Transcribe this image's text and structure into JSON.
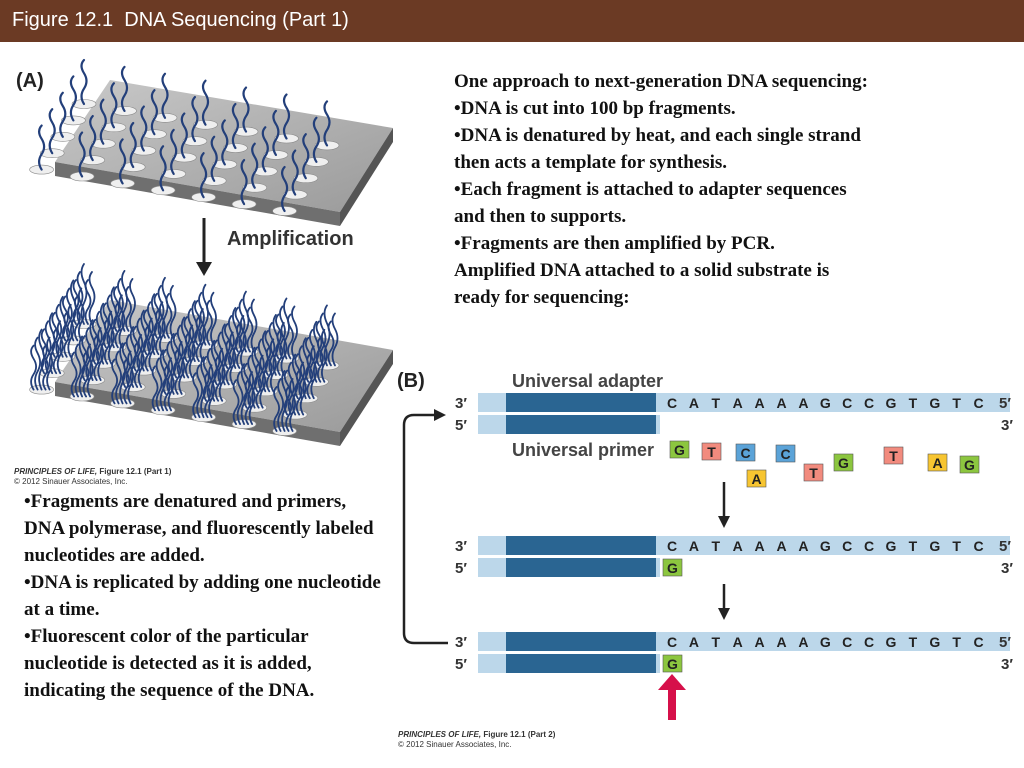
{
  "title": "Figure 12.1  DNA Sequencing (Part 1)",
  "panel_a": {
    "label": "(A)",
    "step_label": "Amplification",
    "credit_line1_italic": "PRINCIPLES OF LIFE,",
    "credit_line1_rest": "Figure 12.1 (Part 1)",
    "credit_line2": "© 2012 Sinauer Associates, Inc."
  },
  "panel_b": {
    "label": "(B)",
    "adapter_label": "Universal adapter",
    "primer_label": "Universal primer",
    "prime3": "3′",
    "prime5": "5′",
    "template_sequence": [
      "C",
      "A",
      "T",
      "A",
      "A",
      "A",
      "A",
      "G",
      "C",
      "C",
      "G",
      "T",
      "G",
      "T",
      "C"
    ],
    "free_nucleotides_top": [
      "G",
      "T",
      "C",
      "C",
      "G",
      "T",
      "A",
      "G"
    ],
    "free_nucleotides_bottom": [
      "A",
      "T"
    ],
    "added_nucleotide": "G",
    "credit_line1_italic": "PRINCIPLES OF LIFE,",
    "credit_line1_rest": "Figure 12.1 (Part 2)",
    "credit_line2": "© 2012 Sinauer Associates, Inc."
  },
  "text_right": [
    "One approach to next-generation DNA sequencing:",
    "•DNA is cut into 100 bp fragments.",
    "•DNA is denatured by heat, and each single strand",
    "then acts a template for synthesis.",
    "•Each fragment is attached to adapter sequences",
    "and then to supports.",
    "•Fragments are then amplified by PCR.",
    "Amplified DNA attached to a solid substrate is",
    "ready for sequencing:"
  ],
  "text_left": [
    "•Fragments are denatured and primers,",
    "DNA polymerase, and fluorescently labeled",
    "nucleotides are added.",
    "•DNA is replicated by adding one nucleotide",
    "at a time.",
    "•Fluorescent color of the particular",
    "nucleotide is detected as it is added,",
    "indicating the sequence of the DNA."
  ],
  "colors": {
    "title_bar": "#6b3a24",
    "strand_dark": "#2a6592",
    "strand_light": "#bcd7ea",
    "nuc_G": "#8cc63f",
    "nuc_T": "#f28b7e",
    "nuc_C": "#5ba3d8",
    "nuc_A": "#f7c531",
    "pointer_arrow": "#d6104a",
    "dna_strands": "#233f7a"
  }
}
